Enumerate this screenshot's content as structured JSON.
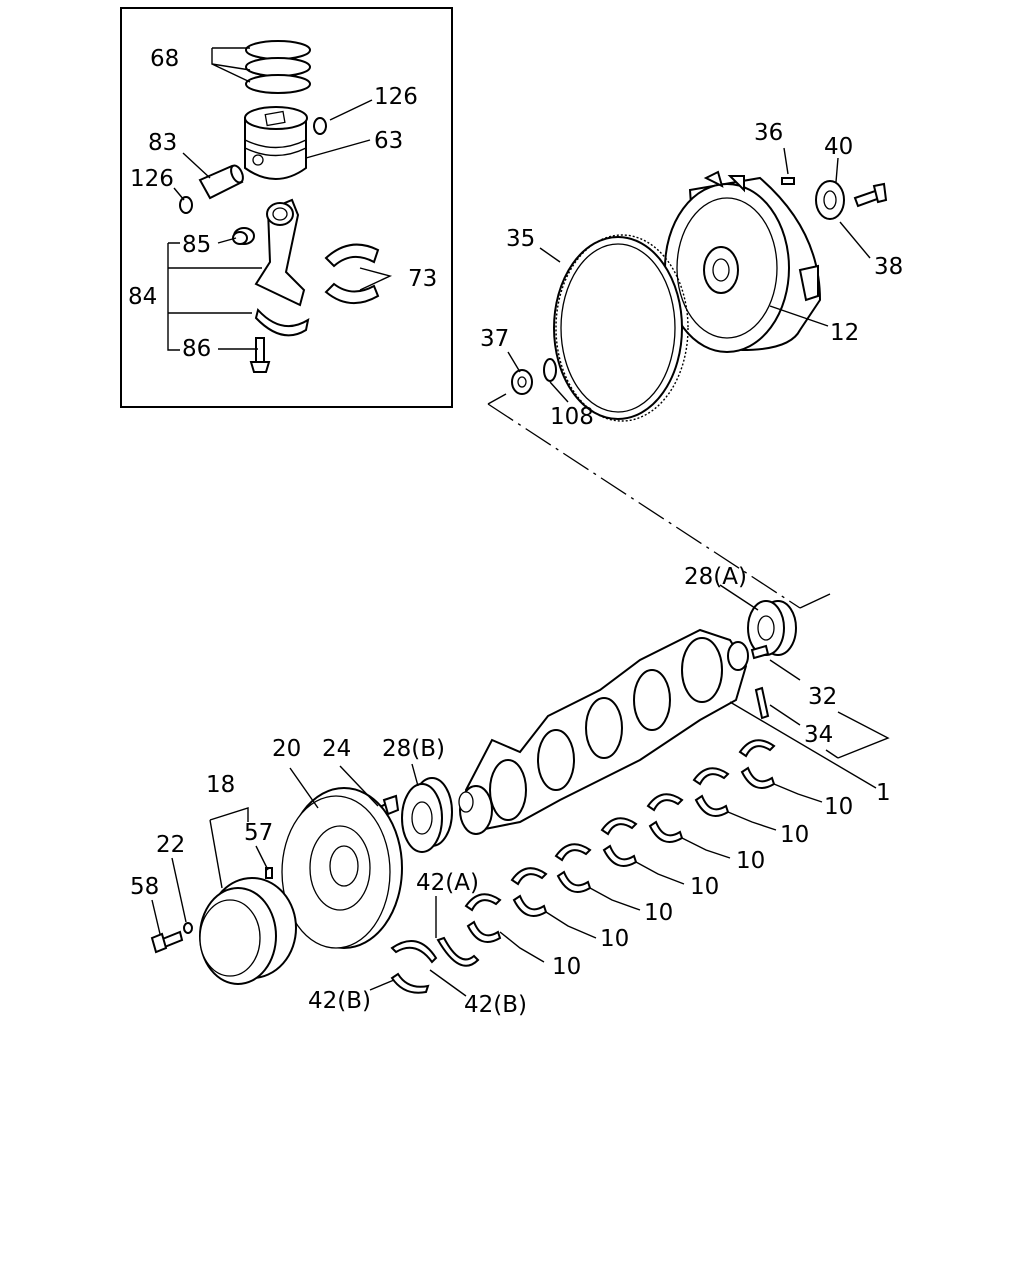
{
  "labels": {
    "l68": "68",
    "l126a": "126",
    "l83": "83",
    "l63": "63",
    "l126b": "126",
    "l85": "85",
    "l84": "84",
    "l73": "73",
    "l86": "86",
    "l36": "36",
    "l40": "40",
    "l35": "35",
    "l38": "38",
    "l37": "37",
    "l12": "12",
    "l108": "108",
    "l28a": "28(A)",
    "l32": "32",
    "l34": "34",
    "l1": "1",
    "l20": "20",
    "l24": "24",
    "l28b": "28(B)",
    "l18": "18",
    "l57": "57",
    "l22": "22",
    "l58": "58",
    "l42a": "42(A)",
    "l42b1": "42(B)",
    "l42b2": "42(B)",
    "l10_1": "10",
    "l10_2": "10",
    "l10_3": "10",
    "l10_4": "10",
    "l10_5": "10",
    "l10_6": "10",
    "l10_7": "10"
  }
}
